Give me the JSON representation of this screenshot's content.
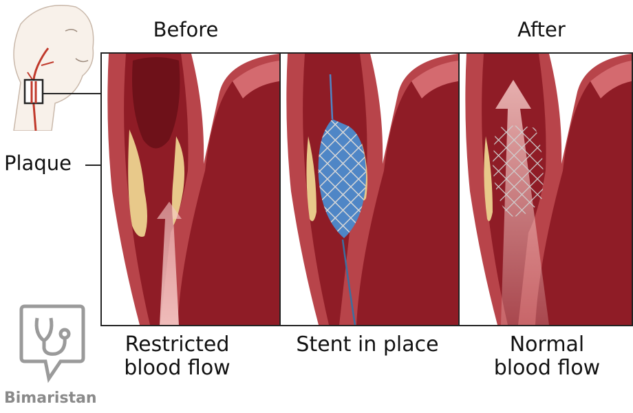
{
  "headers": {
    "before": "Before",
    "after": "After"
  },
  "plaque_label": "Plaque",
  "captions": {
    "restricted": [
      "Restricted",
      "blood flow"
    ],
    "stent": "Stent in place",
    "normal": [
      "Normal",
      "blood flow"
    ]
  },
  "brand": "Bimaristan",
  "colors": {
    "vessel_wall": "#b8444a",
    "lumen": "#8f1c26",
    "plaque": "#e8c98a",
    "stent_blue": "#4f86c6",
    "flow_arrow": "#f6c9c6"
  },
  "icons": [
    "stethoscope-logo-icon"
  ]
}
